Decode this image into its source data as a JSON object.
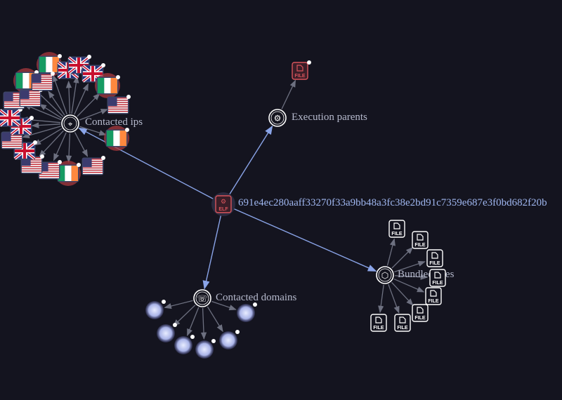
{
  "colors": {
    "background": "#14141f",
    "main_edge": "#8aa4e8",
    "child_edge": "#6d7080",
    "malicious": "#d9545c",
    "hub": "#ffffff"
  },
  "center": {
    "label": "691e4ec280aaff33270f33a9bb48a3fc38e2bd91c7359e687e3f0bd682f20b",
    "icon": "elf-file-icon",
    "icon_text": "ELF"
  },
  "groups": {
    "contacted_ips": {
      "label": "Contacted ips",
      "icon": "ip-pin-icon",
      "children": [
        "ie",
        "ie",
        "uk",
        "uk",
        "uk",
        "ie",
        "us",
        "ie",
        "us",
        "ie",
        "us",
        "us",
        "uk",
        "us",
        "uk",
        "uk",
        "us",
        "us",
        "us"
      ]
    },
    "execution_parents": {
      "label": "Execution parents",
      "icon": "gears-icon",
      "children": [
        "file-malicious"
      ],
      "file_text": "FILE"
    },
    "contacted_domains": {
      "label": "Contacted domains",
      "icon": "domain-icon",
      "children": [
        "globe",
        "globe",
        "globe",
        "globe",
        "globe",
        "globe"
      ]
    },
    "bundled_files": {
      "label": "Bundled files",
      "icon": "box-icon",
      "children": [
        "file",
        "file",
        "file",
        "file",
        "file",
        "file",
        "file",
        "file"
      ],
      "file_text": "FILE"
    }
  }
}
